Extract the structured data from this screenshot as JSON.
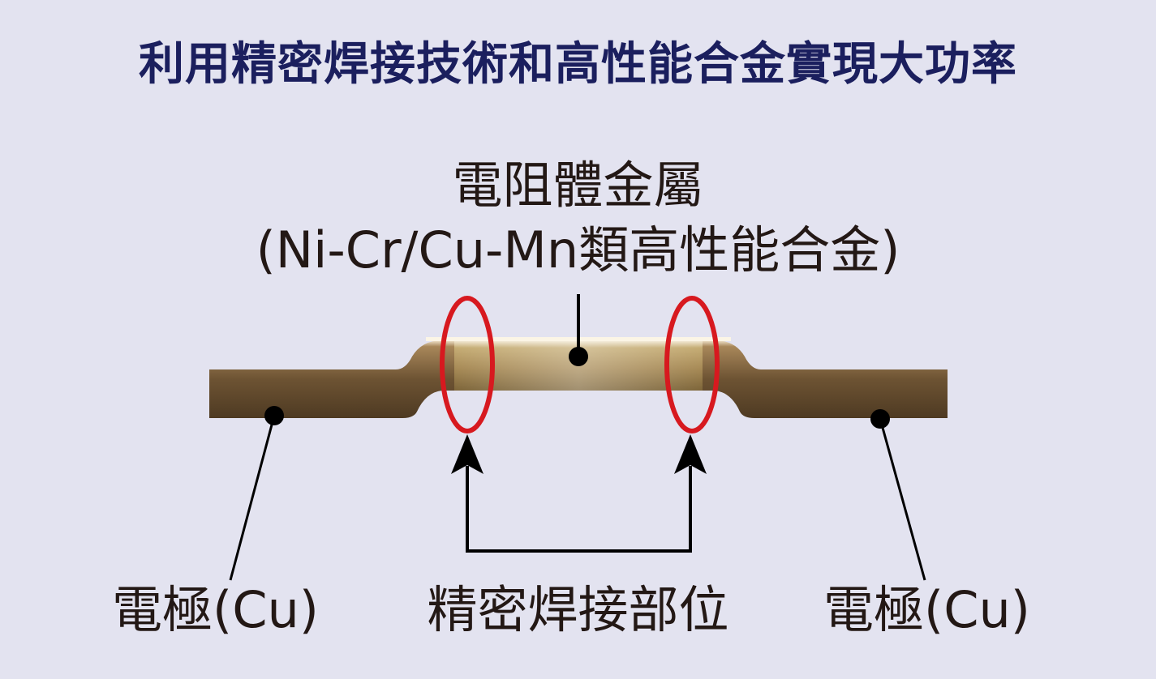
{
  "title": "利用精密焊接技術和高性能合金實現大功率",
  "resistor_label": {
    "line1": "電阻體金屬",
    "line2": "(Ni-Cr/Cu-Mn類高性能合金)"
  },
  "electrode_left_label": "電極(Cu)",
  "weld_label": "精密焊接部位",
  "electrode_right_label": "電極(Cu)",
  "colors": {
    "background": "#e3e3f0",
    "title": "#1b1f5e",
    "weld_ring": "#d7191f",
    "electrode_copper": "#6e5535",
    "alloy_gold": "#c9b07a"
  }
}
